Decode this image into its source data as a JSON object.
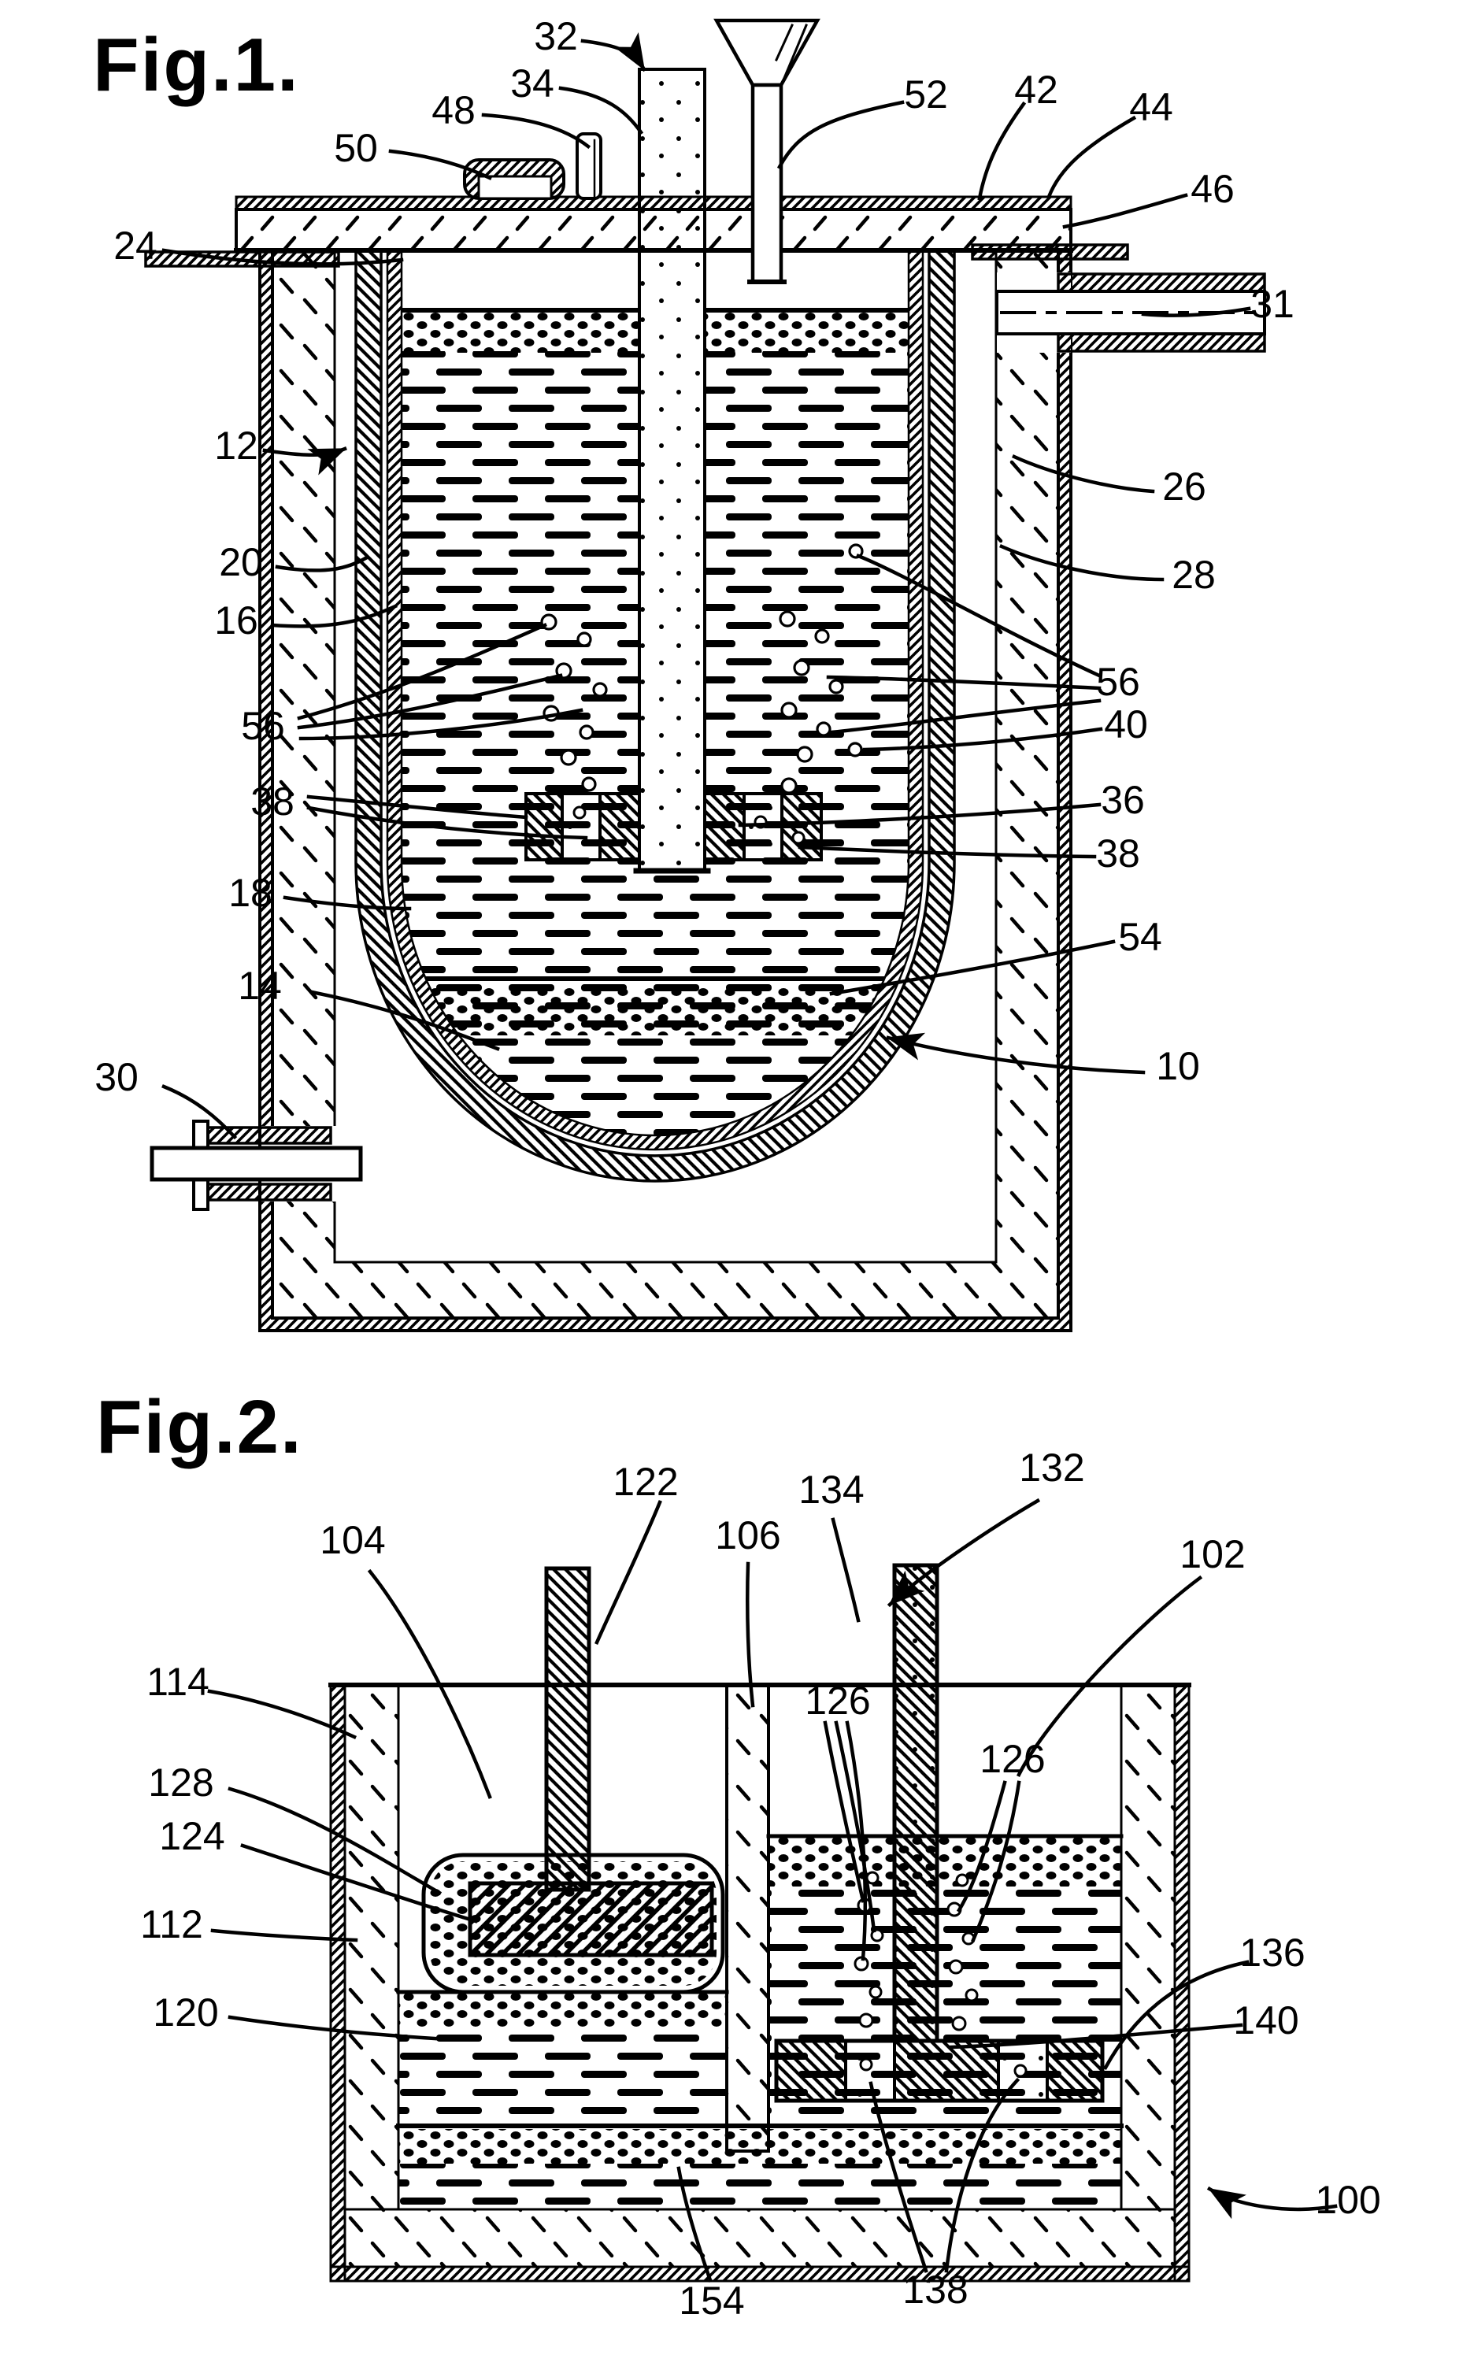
{
  "page": {
    "background": "#ffffff",
    "ink": "#000000"
  },
  "figure1": {
    "title": "Fig.1.",
    "labels": [
      {
        "text": "32"
      },
      {
        "text": "34"
      },
      {
        "text": "48"
      },
      {
        "text": "50"
      },
      {
        "text": "52"
      },
      {
        "text": "42"
      },
      {
        "text": "44"
      },
      {
        "text": "46"
      },
      {
        "text": "24"
      },
      {
        "text": "31"
      },
      {
        "text": "12"
      },
      {
        "text": "26"
      },
      {
        "text": "20"
      },
      {
        "text": "28"
      },
      {
        "text": "16"
      },
      {
        "text": "56"
      },
      {
        "text": "56"
      },
      {
        "text": "40"
      },
      {
        "text": "38"
      },
      {
        "text": "36"
      },
      {
        "text": "38"
      },
      {
        "text": "18"
      },
      {
        "text": "54"
      },
      {
        "text": "14"
      },
      {
        "text": "10"
      },
      {
        "text": "30"
      }
    ]
  },
  "figure2": {
    "title": "Fig.2.",
    "labels": [
      {
        "text": "104"
      },
      {
        "text": "122"
      },
      {
        "text": "106"
      },
      {
        "text": "134"
      },
      {
        "text": "132"
      },
      {
        "text": "102"
      },
      {
        "text": "114"
      },
      {
        "text": "126"
      },
      {
        "text": "126"
      },
      {
        "text": "128"
      },
      {
        "text": "124"
      },
      {
        "text": "112"
      },
      {
        "text": "136"
      },
      {
        "text": "120"
      },
      {
        "text": "140"
      },
      {
        "text": "100"
      },
      {
        "text": "154"
      },
      {
        "text": "138"
      }
    ]
  }
}
